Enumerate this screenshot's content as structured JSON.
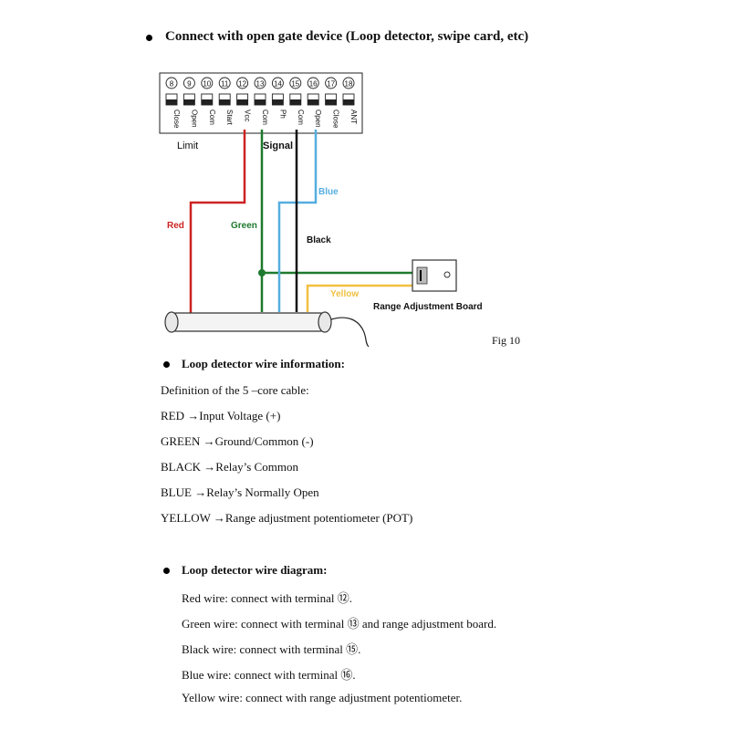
{
  "header": {
    "title": "Connect with open gate device (Loop detector, swipe card, etc)"
  },
  "diagram": {
    "terminal_numbers": [
      "8",
      "9",
      "10",
      "11",
      "12",
      "13",
      "14",
      "15",
      "16",
      "17",
      "18"
    ],
    "terminal_names": [
      "Close",
      "Open",
      "Com",
      "Start",
      "Vcc",
      "Com",
      "Ph",
      "Com",
      "Open",
      "Close",
      "ANT"
    ],
    "group_limit": "Limit",
    "group_signal": "Signal",
    "wire_red": "Red",
    "wire_green": "Green",
    "wire_blue": "Blue",
    "wire_black": "Black",
    "wire_yellow": "Yellow",
    "board_label": "Range Adjustment Board",
    "fig_label": "Fig 10",
    "colors": {
      "red": "#cc2222",
      "green": "#1e7a2e",
      "blue": "#55aee0",
      "black": "#111111",
      "yellow": "#f0c040"
    }
  },
  "wire_info": {
    "heading": "Loop detector wire information:",
    "definition": "Definition of the 5 –core cable:",
    "items": [
      "RED →Input Voltage (+)",
      "GREEN →Ground/Common (-)",
      "BLACK →Relay’s Common",
      "BLUE →Relay’s Normally Open",
      "YELLOW →Range adjustment potentiometer (POT)"
    ]
  },
  "wire_diagram": {
    "heading": "Loop detector wire diagram:",
    "items": [
      "Red wire: connect with terminal ⑫.",
      "Green wire: connect with terminal ⑬ and range adjustment board.",
      "Black wire: connect with terminal ⑮.",
      "Blue wire: connect with terminal ⑯.",
      "Yellow wire: connect with range adjustment potentiometer."
    ]
  }
}
